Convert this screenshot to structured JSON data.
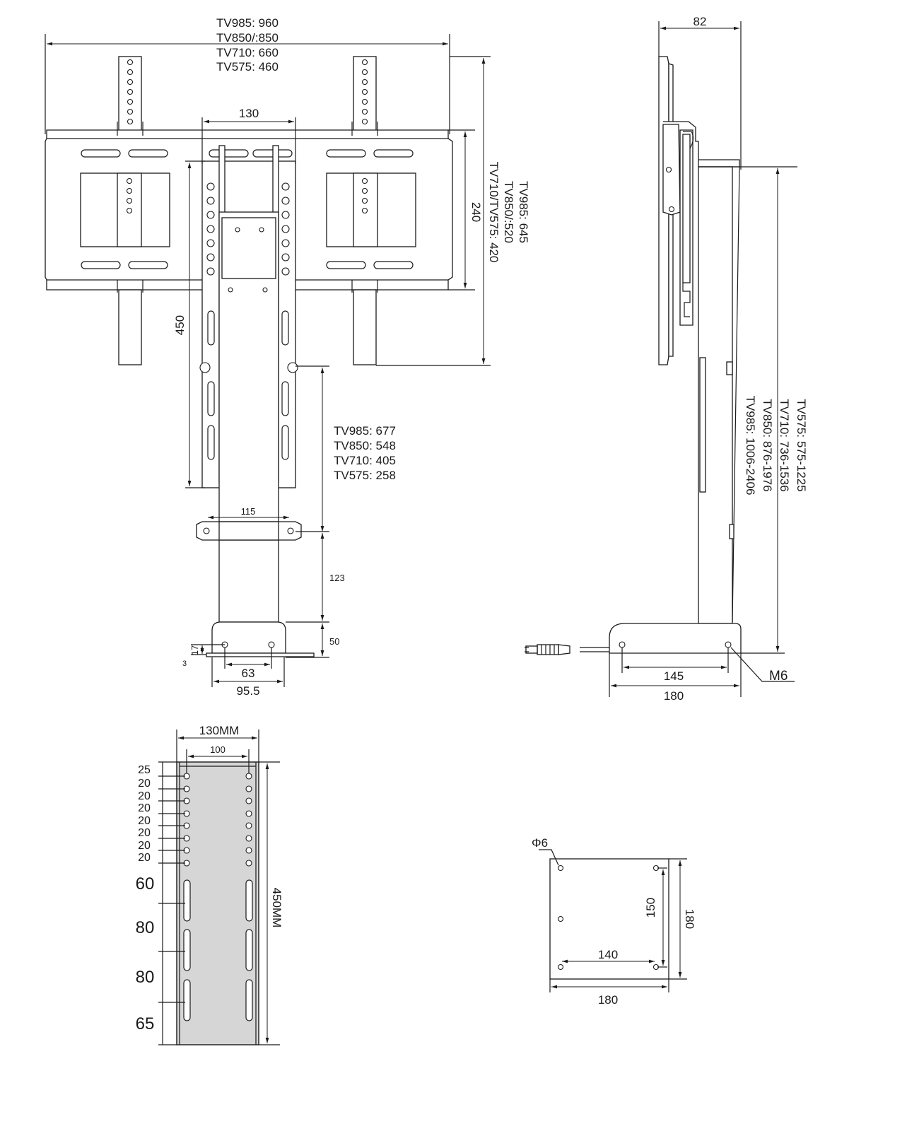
{
  "front": {
    "width_labels": [
      "TV985: 960",
      "TV850/:850",
      "TV710:  660",
      "TV575:  460"
    ],
    "spacing_130": "130",
    "height_240": "240",
    "height_labels_vert": [
      "TV985: 645",
      "TV850/:520",
      "TV710/TV575:  420"
    ],
    "height_450": "450",
    "travel_labels": [
      "TV985: 677",
      "TV850: 548",
      "TV710: 405",
      "TV575: 258"
    ],
    "bracket_115": "115",
    "gap_123": "123",
    "base_50": "50",
    "base_17": "17",
    "base_3": "3",
    "base_63": "63",
    "base_95": "95.5"
  },
  "side": {
    "depth_82": "82",
    "height_labels_vert": [
      "TV575: 575-1225",
      "TV710: 736-1536",
      "TV850: 876-1976",
      "TV985: 1006-2406"
    ],
    "base_145": "145",
    "base_180": "180",
    "thread": "M6"
  },
  "column": {
    "width_130": "130MM",
    "holes_100": "100",
    "pitch_labels": [
      "25",
      "20",
      "20",
      "20",
      "20",
      "20",
      "20",
      "20"
    ],
    "slot_labels": [
      "60",
      "80",
      "80",
      "65"
    ],
    "height_450": "450MM"
  },
  "plate": {
    "hole_dia": "Φ6",
    "spacing_150": "150",
    "size_180_v": "180",
    "spacing_140": "140",
    "size_180_h": "180"
  }
}
